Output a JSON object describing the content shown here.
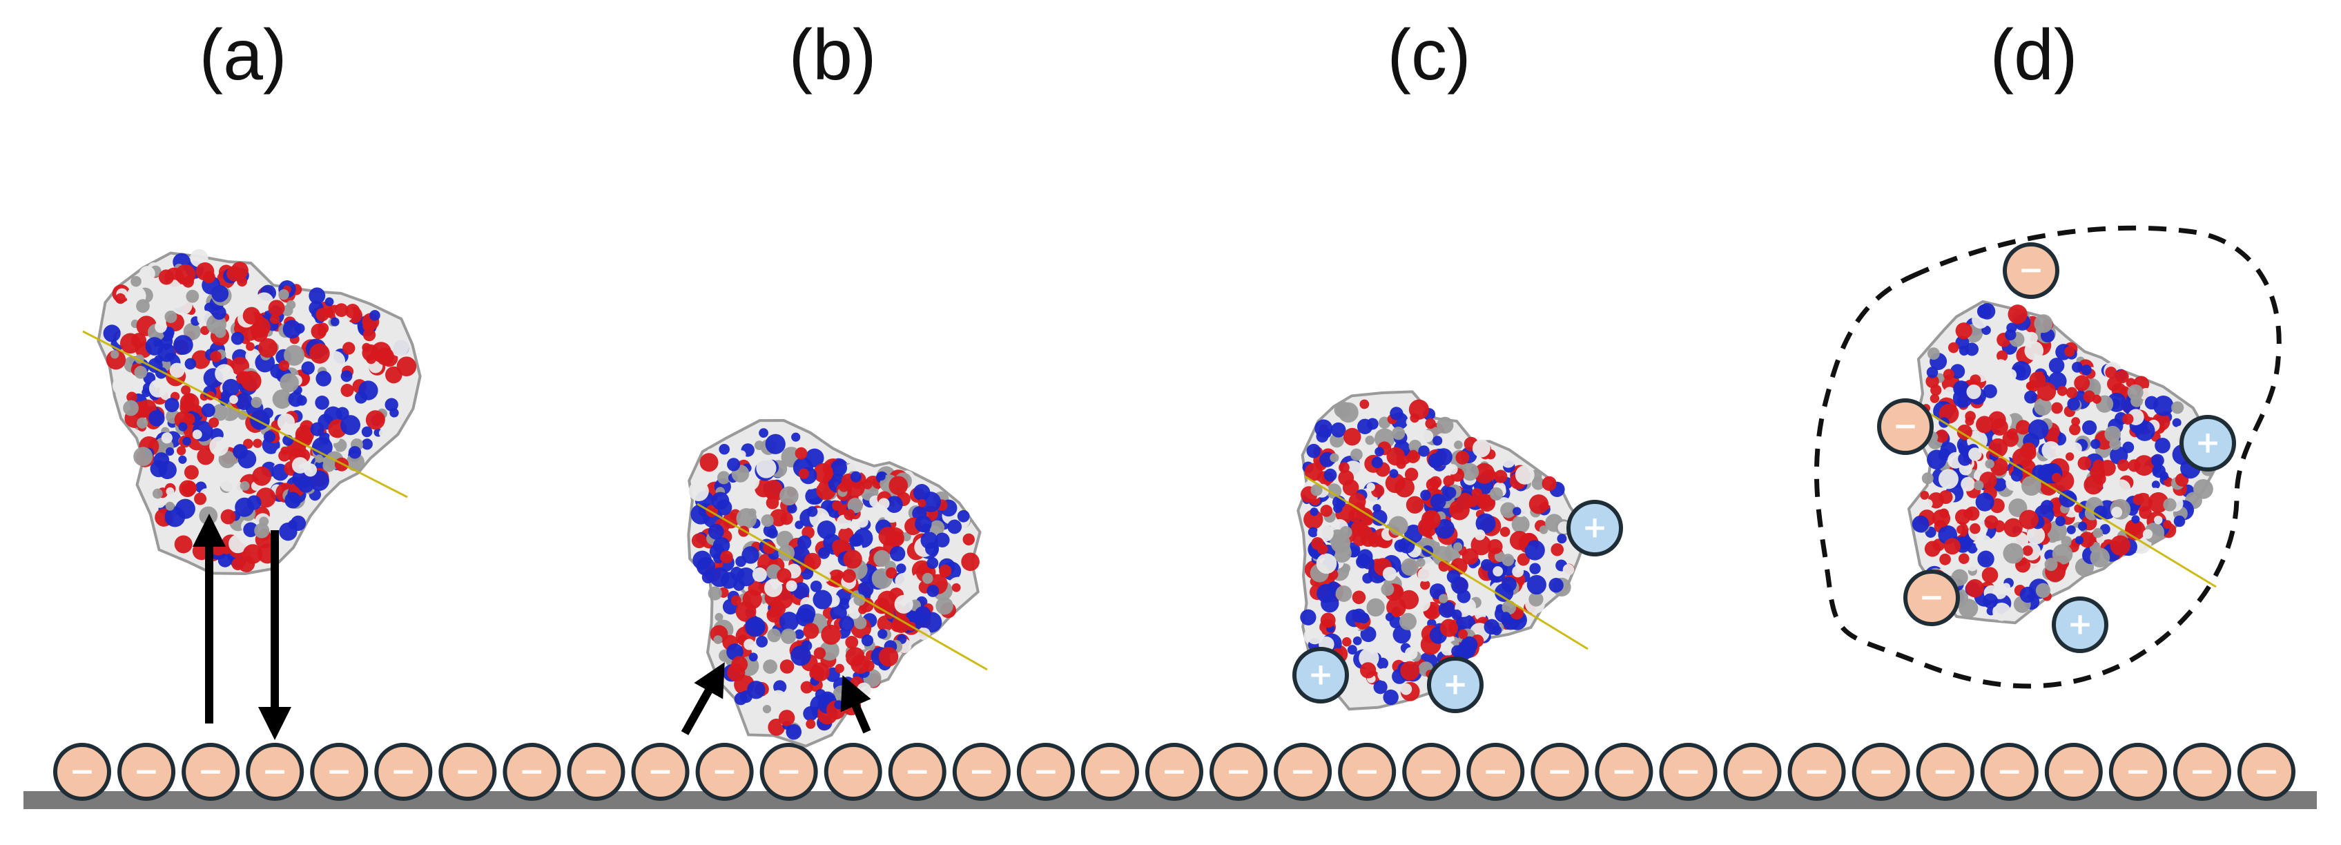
{
  "panels": [
    {
      "label": "(a)",
      "protein": "protein-structure"
    },
    {
      "label": "(b)",
      "protein": "protein-structure"
    },
    {
      "label": "(c)",
      "protein": "protein-structure"
    },
    {
      "label": "(d)",
      "protein": "protein-structure"
    }
  ],
  "surface": {
    "charge_symbol": "−",
    "ion_count": 35
  },
  "ions": {
    "negative_symbol": "−",
    "positive_symbol": "+"
  },
  "colors": {
    "negative_ion_fill": "#f5c3a6",
    "positive_ion_fill": "#b7d6f0",
    "ion_outline": "#1f2d36",
    "surface_bar": "#7a7a7a",
    "protein_red": "#d6191f",
    "protein_blue": "#1c28c8",
    "protein_white": "#e9e9e9",
    "protein_gray": "#9a9a9a",
    "axis_line": "#c8b400",
    "arrow": "#000000",
    "boundary": "#111111"
  }
}
